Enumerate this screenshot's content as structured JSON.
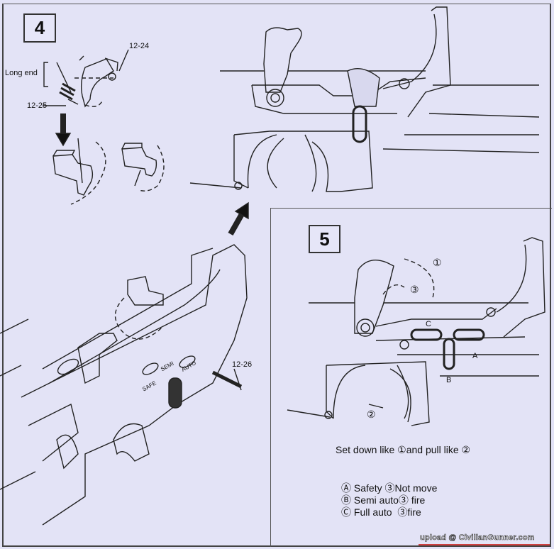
{
  "step4": {
    "number": "4",
    "labels": {
      "long_end": "Long end",
      "part_12_24": "12-24",
      "part_12_25": "12-25",
      "part_12_26": "12-26"
    },
    "selector_markings": {
      "safe": "SAFE",
      "semi": "SEMI",
      "auto": "AUTO"
    }
  },
  "step5": {
    "number": "5",
    "callouts": {
      "one": "①",
      "two": "②",
      "three": "③",
      "a": "A",
      "b": "B",
      "c": "C"
    },
    "instruction": "Set down like ①and pull like ②",
    "legend": [
      "Ⓐ Safety ③Not move",
      "Ⓑ Semi auto③ fire",
      "Ⓒ Full auto  ③fire"
    ]
  },
  "watermark": "upload @ CivilianGunner.com",
  "colors": {
    "background": "#e3e3f6",
    "line": "#222222",
    "watermark_underline": "#d04040"
  }
}
